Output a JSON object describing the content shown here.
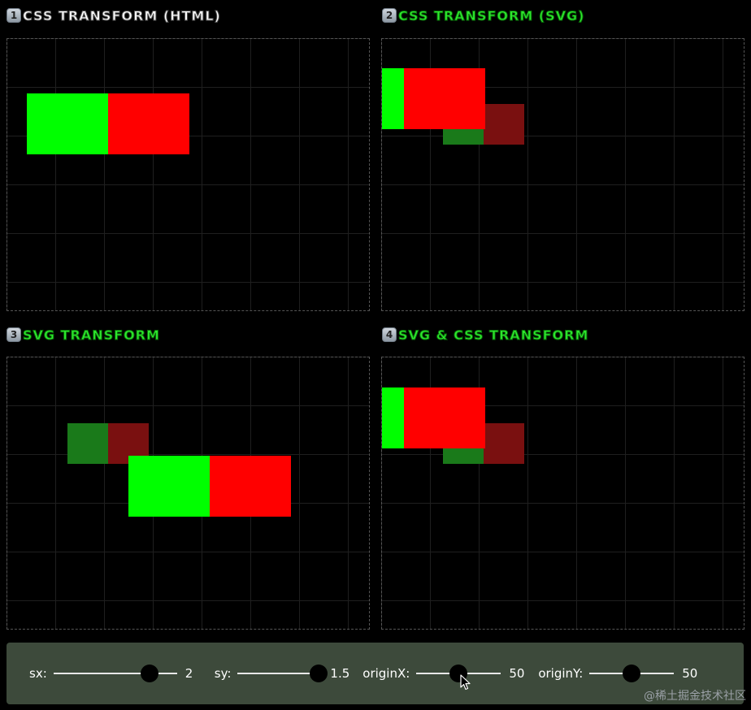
{
  "panels": [
    {
      "number": "1",
      "title": "CSS TRANSFORM (HTML)"
    },
    {
      "number": "2",
      "title": "CSS TRANSFORM (SVG)"
    },
    {
      "number": "3",
      "title": "SVG TRANSFORM"
    },
    {
      "number": "4",
      "title": "SVG & CSS TRANSFORM"
    }
  ],
  "controls": [
    {
      "label": "sx:",
      "value": "2",
      "fraction": 0.78
    },
    {
      "label": "sy:",
      "value": "1.5",
      "fraction": 0.96
    },
    {
      "label": "originX:",
      "value": "50",
      "fraction": 0.5
    },
    {
      "label": "originY:",
      "value": "50",
      "fraction": 0.5
    }
  ],
  "colors": {
    "green": "#00ff00",
    "red": "#ff0000",
    "dark_green": "#1a7a1a",
    "dark_red": "#7a1010",
    "panel_bg": "#3d4a3b"
  },
  "watermark": "@稀土掘金技术社区"
}
